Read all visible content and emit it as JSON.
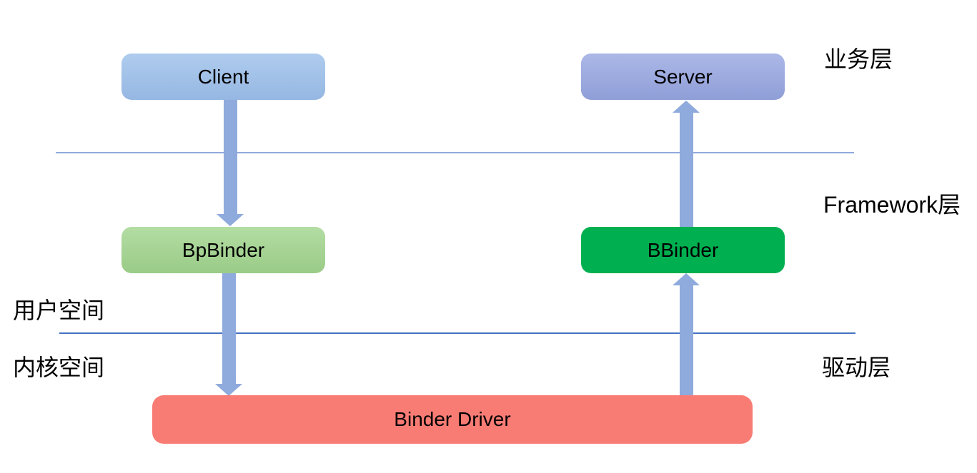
{
  "boxes": {
    "client": {
      "label": "Client"
    },
    "server": {
      "label": "Server"
    },
    "bpbinder": {
      "label": "BpBinder"
    },
    "bbinder": {
      "label": "BBinder"
    },
    "binder_driver": {
      "label": "Binder Driver"
    }
  },
  "layers": {
    "business": "业务层",
    "framework": "Framework层",
    "driver": "驱动层",
    "user_space": "用户空间",
    "kernel_space": "内核空间"
  },
  "arrows": [
    {
      "from": "Client",
      "to": "BpBinder",
      "direction": "down"
    },
    {
      "from": "BpBinder",
      "to": "Binder Driver",
      "direction": "down"
    },
    {
      "from": "Binder Driver",
      "to": "BBinder",
      "direction": "up"
    },
    {
      "from": "BBinder",
      "to": "Server",
      "direction": "up"
    }
  ],
  "colors": {
    "text": "#000000",
    "arrow": "#8FAADC",
    "divider_top": "#8FAADC",
    "divider_bottom": "#4472C4",
    "client_top": "#AFCCEE",
    "client_bottom": "#95B7E2",
    "server_top": "#ABB8E7",
    "server_bottom": "#8F9ED7",
    "bpbinder_top": "#B3DDA3",
    "bpbinder_bottom": "#9ACB87",
    "bbinder": "#00B050",
    "binder_driver": "#F97C74"
  }
}
